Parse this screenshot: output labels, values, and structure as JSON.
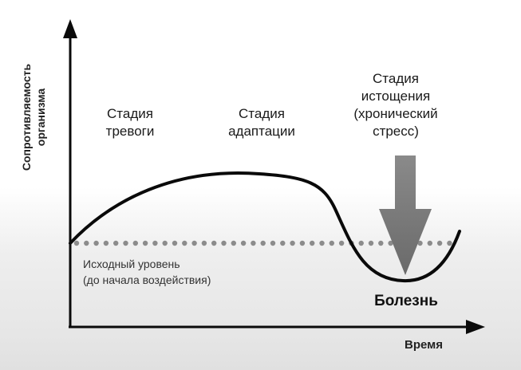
{
  "axes": {
    "y_label_line1": "Сопротивляемость",
    "y_label_line2": "организма",
    "x_label": "Время"
  },
  "stages": {
    "alarm": {
      "line1": "Стадия",
      "line2": "тревоги"
    },
    "adaptation": {
      "line1": "Стадия",
      "line2": "адаптации"
    },
    "exhaustion": {
      "line1": "Стадия",
      "line2": "истощения",
      "line3": "(хронический",
      "line4": "стресс)"
    }
  },
  "baseline": {
    "line1": "Исходный уровень",
    "line2": "(до начала воздействия)"
  },
  "outcome": "Болезнь",
  "colors": {
    "curve": "#0a0a0a",
    "axes": "#0a0a0a",
    "baseline_dots": "#8c8c8c",
    "arrow": "#777777"
  }
}
